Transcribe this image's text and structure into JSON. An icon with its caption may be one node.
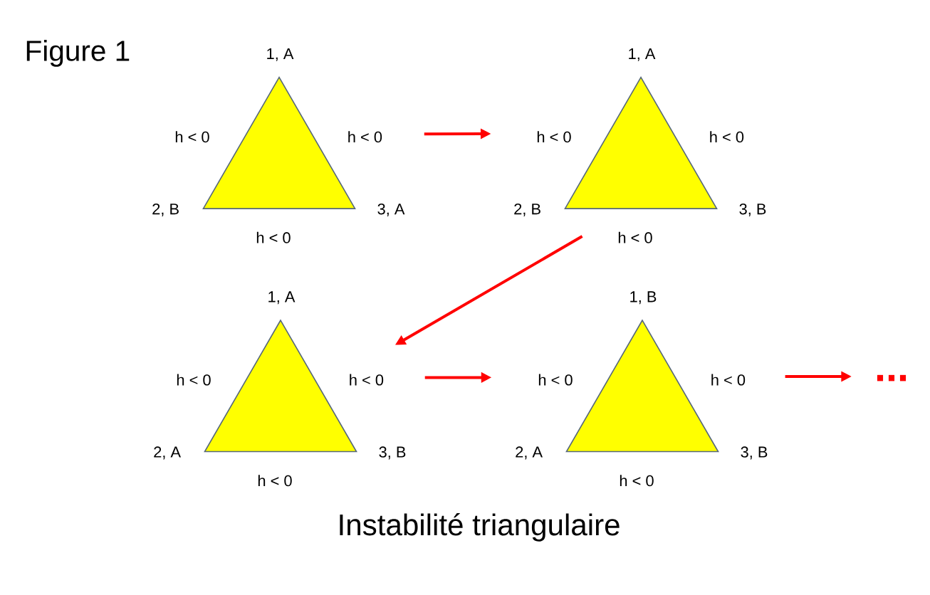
{
  "diagram": {
    "title": "Figure 1",
    "caption": "Instabilité triangulaire",
    "nodes": [
      {
        "text": [],
        "shape": "triangle",
        "beside": [
          "1, A",
          "h < 0",
          "h < 0",
          "2, B",
          "3, A",
          "h < 0"
        ]
      },
      {
        "text": [],
        "shape": "triangle",
        "beside": [
          "1, A",
          "h < 0",
          "h < 0",
          "2, B",
          "3, B",
          "h < 0"
        ]
      },
      {
        "text": [],
        "shape": "triangle",
        "beside": [
          "1, A",
          "h < 0",
          "h < 0",
          "2, A",
          "3, B",
          "h < 0"
        ]
      },
      {
        "text": [],
        "shape": "triangle",
        "beside": [
          "1, B",
          "h < 0",
          "h < 0",
          "2, A",
          "3, B",
          "h < 0"
        ]
      },
      {
        "text": [
          "..."
        ]
      }
    ],
    "edges": [
      {
        "from": 0,
        "to": 1,
        "arrow": "to"
      },
      {
        "from": 1,
        "to": 2,
        "arrow": "to"
      },
      {
        "from": 2,
        "to": 3,
        "arrow": "to"
      },
      {
        "from": 3,
        "to": 4,
        "arrow": "to"
      }
    ]
  }
}
